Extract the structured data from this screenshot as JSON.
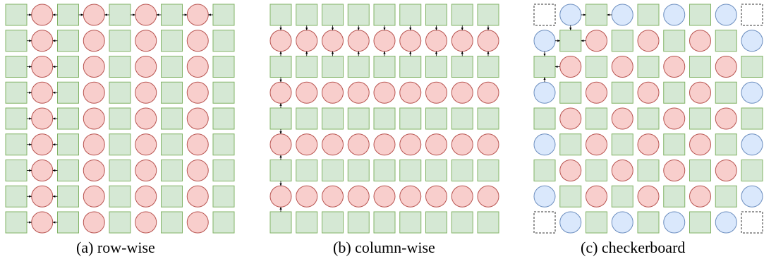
{
  "panels": [
    {
      "id": "a",
      "caption": "(a) row-wise",
      "pattern": "row-wise"
    },
    {
      "id": "b",
      "caption": "(b) column-wise",
      "pattern": "column-wise"
    },
    {
      "id": "c",
      "caption": "(c) checkerboard",
      "pattern": "checkerboard"
    }
  ],
  "legend_colors": {
    "square_fill": "#d5e8d4",
    "square_stroke": "#82b366",
    "circle_fill": "#f8cecc",
    "circle_stroke": "#b85450",
    "blue_fill": "#dae8fc",
    "blue_stroke": "#6c8ebf",
    "empty_stroke": "#333333"
  }
}
